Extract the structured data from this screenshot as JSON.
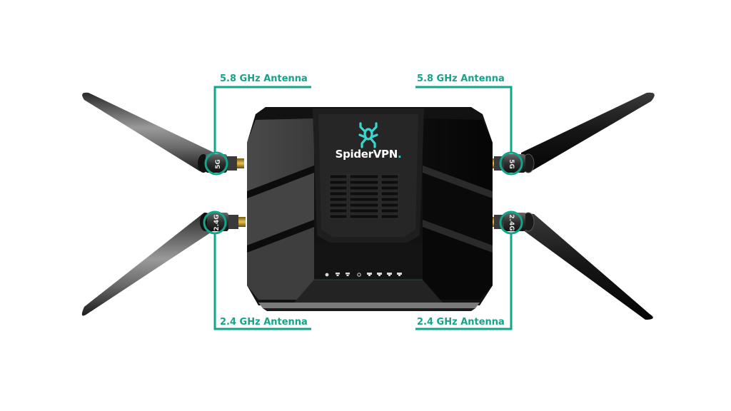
{
  "product": {
    "brand_name": "SpiderVPN",
    "brand_dot": ".",
    "logo_icon": "spider-icon",
    "colors": {
      "accent": "#12a58a",
      "logo": "#3ad6cf",
      "body": "#1a1a1a",
      "background": "#ffffff"
    }
  },
  "callouts": {
    "top_left": {
      "label": "5.8 GHz Antenna",
      "band_marking": "5G"
    },
    "top_right": {
      "label": "5.8 GHz Antenna",
      "band_marking": "5G"
    },
    "bottom_left": {
      "label": "2.4 GHz Antenna",
      "band_marking": "2.4G"
    },
    "bottom_right": {
      "label": "2.4 GHz Antenna",
      "band_marking": "2.4G"
    }
  },
  "status_leds": [
    {
      "icon": "power-icon"
    },
    {
      "icon": "wifi-2g-icon"
    },
    {
      "icon": "wifi-5g-icon"
    },
    {
      "icon": "internet-icon"
    },
    {
      "icon": "lan1-icon"
    },
    {
      "icon": "lan2-icon"
    },
    {
      "icon": "lan3-icon"
    },
    {
      "icon": "lan4-icon"
    }
  ]
}
